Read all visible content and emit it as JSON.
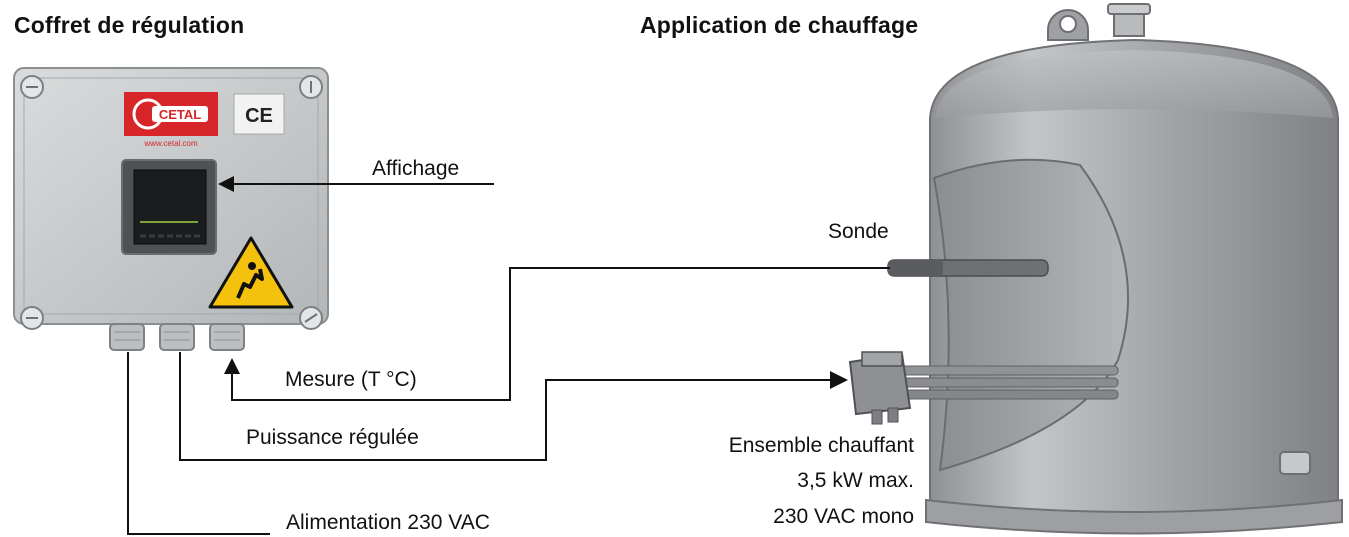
{
  "headings": {
    "left": "Coffret de régulation",
    "right": "Application de chauffage"
  },
  "controller": {
    "brand": "CETAL",
    "ce_mark": "CE",
    "website": "www.cetal.com"
  },
  "labels": {
    "display": "Affichage",
    "probe": "Sonde",
    "measure": "Mesure (T °C)",
    "regulated_power": "Puissance régulée",
    "supply": "Alimentation 230 VAC",
    "heater_line1": "Ensemble chauffant",
    "heater_line2": "3,5 kW max.",
    "heater_line3": "230 VAC mono"
  },
  "colors": {
    "brand_red": "#d8252a",
    "warning_yellow": "#f4c20d",
    "box_grey": "#c9cccd",
    "tank_grey": "#a7a9ab"
  }
}
